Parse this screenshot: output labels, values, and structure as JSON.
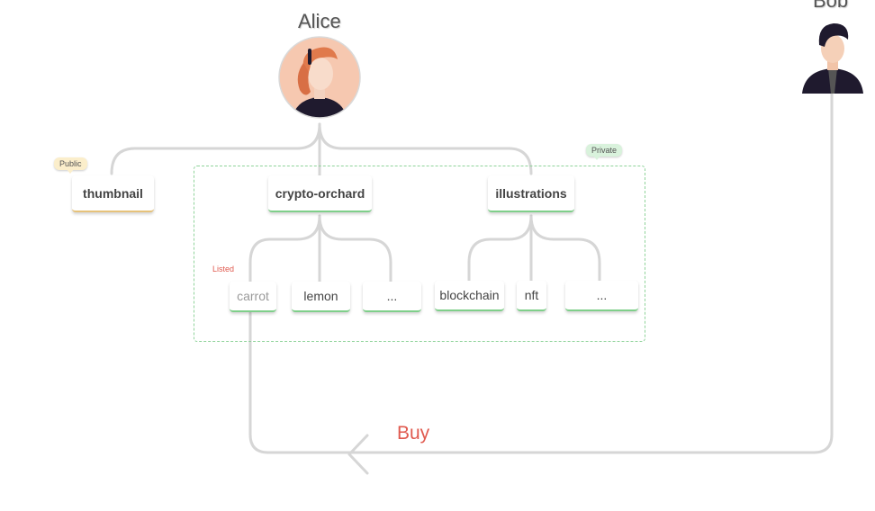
{
  "actors": {
    "alice": {
      "name": "Alice",
      "icon": "woman-avatar-icon"
    },
    "bob": {
      "name": "Bob",
      "icon": "man-avatar-icon"
    }
  },
  "badges": {
    "public": "Public",
    "private": "Private",
    "listed": "Listed"
  },
  "nodes": {
    "thumbnail": "thumbnail",
    "crypto_orchard": "crypto-orchard",
    "illustrations": "illustrations",
    "carrot": "carrot",
    "lemon": "lemon",
    "orchard_more": "...",
    "blockchain": "blockchain",
    "nft": "nft",
    "illustrations_more": "..."
  },
  "action": {
    "buy": "Buy"
  },
  "colors": {
    "public_accent": "#e6c27a",
    "private_accent": "#7fcf8a",
    "action": "#e05a4f",
    "wire": "#d0d0d0"
  }
}
